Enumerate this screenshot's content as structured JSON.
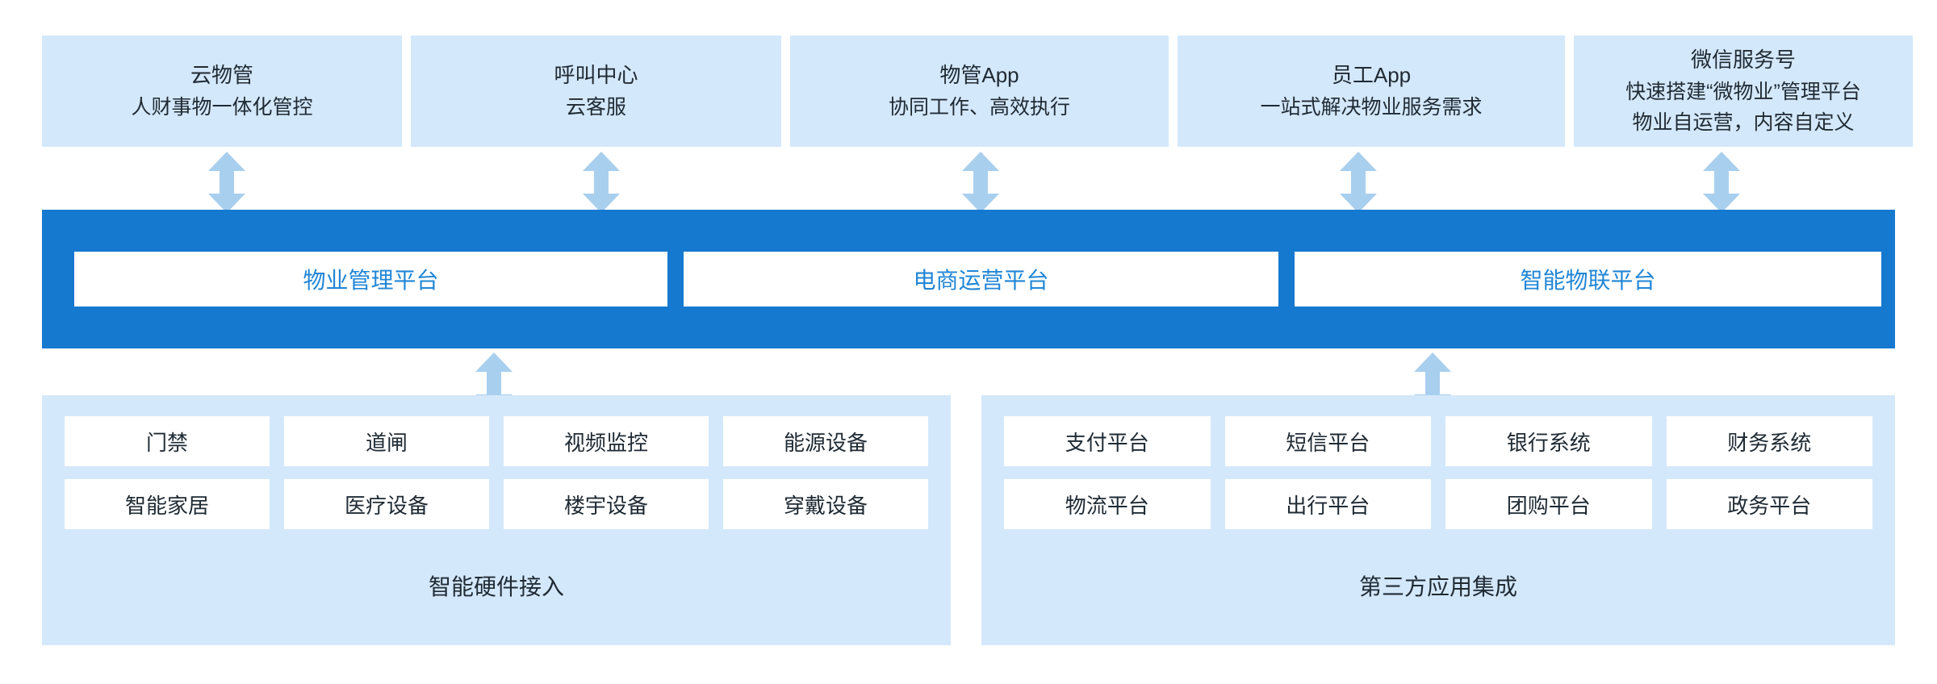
{
  "colors": {
    "page_bg": "#ffffff",
    "card_bg": "#d4e8fb",
    "platform_bar": "#1579d0",
    "platform_card_text": "#2186d6",
    "arrow": "#a9cfee",
    "text": "#1f2a33"
  },
  "top_row": {
    "cards": [
      {
        "title": "云物管",
        "lines": [
          "人财事物一体化管控"
        ]
      },
      {
        "title": "呼叫中心",
        "lines": [
          "云客服"
        ]
      },
      {
        "title": "物管App",
        "lines": [
          "协同工作、高效执行"
        ]
      },
      {
        "title": "员工App",
        "lines": [
          "一站式解决物业服务需求"
        ]
      },
      {
        "title": "微信服务号",
        "lines": [
          "快速搭建“微物业”管理平台",
          "物业自运营，内容自定义"
        ]
      }
    ]
  },
  "arrows": {
    "icon": "double-headed-vertical-arrow",
    "top_count": 5,
    "bottom_count": 2
  },
  "platform_bar": {
    "cards": [
      {
        "label": "物业管理平台"
      },
      {
        "label": "电商运营平台"
      },
      {
        "label": "智能物联平台"
      }
    ]
  },
  "bottom_panels": [
    {
      "caption": "智能硬件接入",
      "chips": [
        "门禁",
        "道闸",
        "视频监控",
        "能源设备",
        "智能家居",
        "医疗设备",
        "楼宇设备",
        "穿戴设备"
      ]
    },
    {
      "caption": "第三方应用集成",
      "chips": [
        "支付平台",
        "短信平台",
        "银行系统",
        "财务系统",
        "物流平台",
        "出行平台",
        "团购平台",
        "政务平台"
      ]
    }
  ]
}
